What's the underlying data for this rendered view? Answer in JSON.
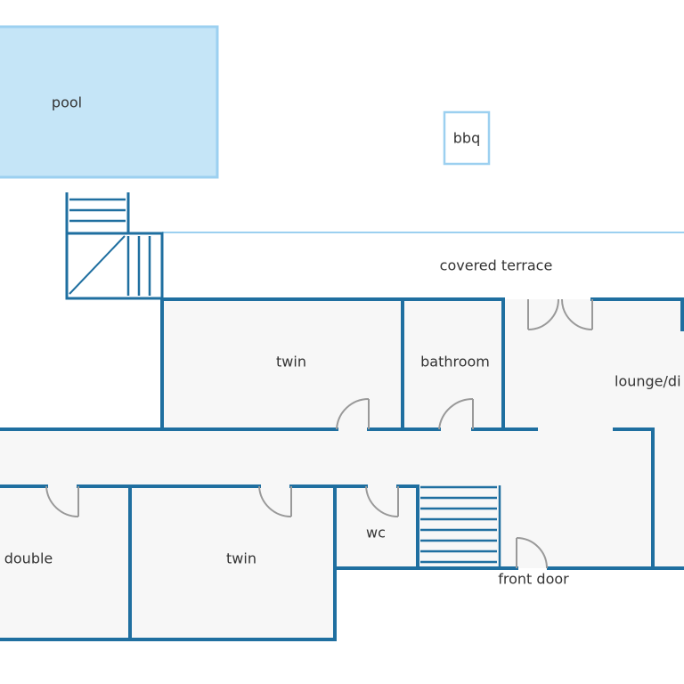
{
  "colors": {
    "wall": "#1f6fa0",
    "floor": "#f7f7f7",
    "pool_fill": "#c5e5f7",
    "pool_stroke": "#9cd0f0",
    "light_line": "#9cd0f0",
    "door": "#999999",
    "text": "#333333"
  },
  "labels": {
    "pool": "pool",
    "bbq": "bbq",
    "covered_terrace": "covered terrace",
    "twin_upper": "twin",
    "bathroom": "bathroom",
    "lounge": "lounge/di",
    "double": "double",
    "twin_lower": "twin",
    "wc": "wc",
    "front_door": "front door"
  }
}
